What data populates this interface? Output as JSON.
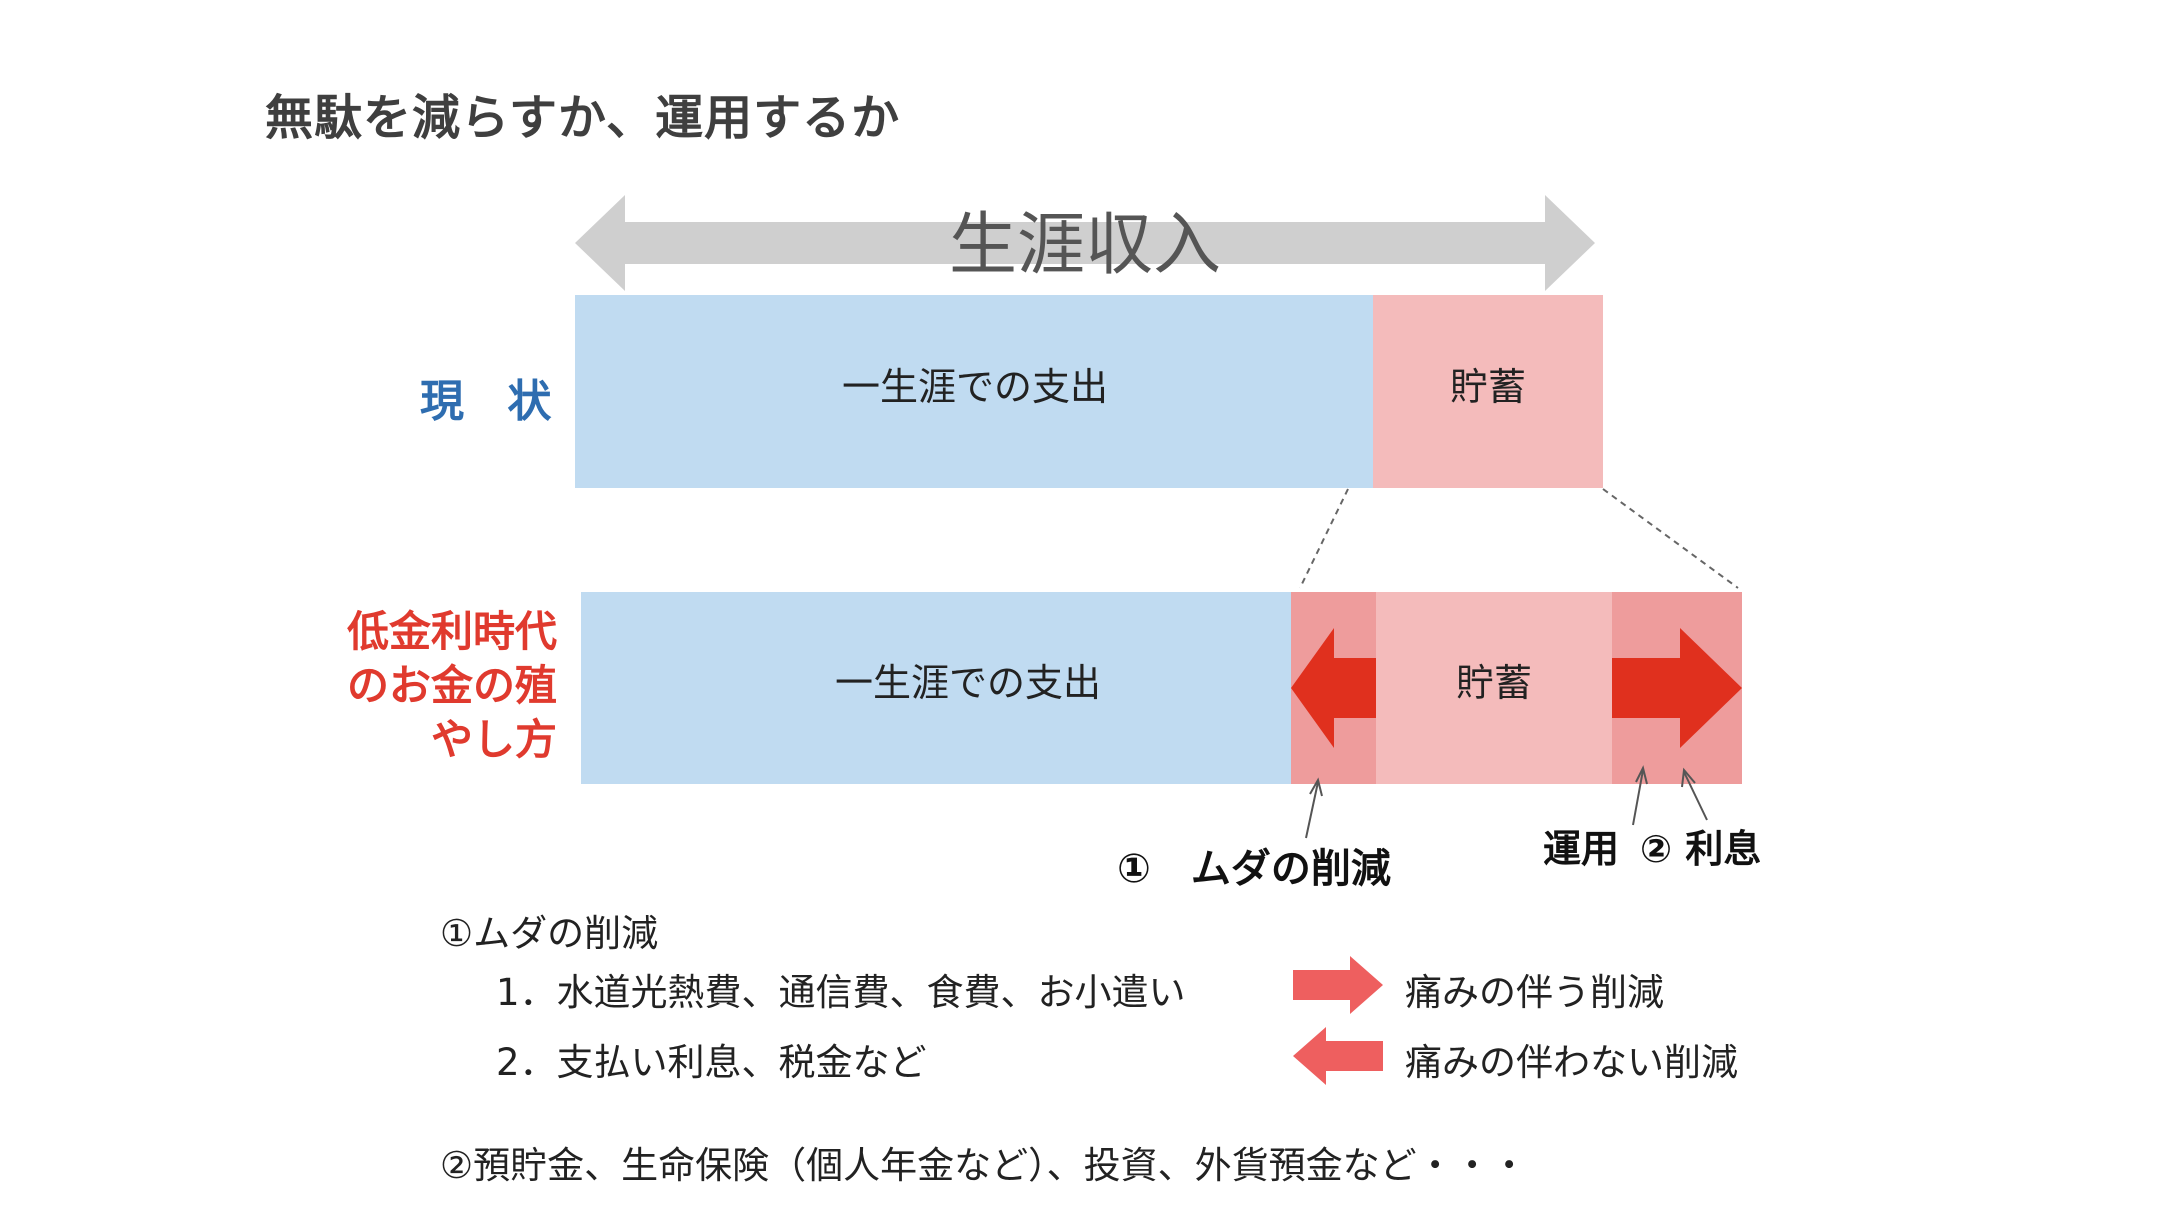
{
  "title": "無駄を減らすか、運用するか",
  "diagram": {
    "lifetime_income": "生涯収入",
    "row_current": {
      "label": "現 状",
      "spending": "一生涯での支出",
      "savings": "貯蓄"
    },
    "row_lowrate": {
      "label_lines": [
        "低金利時代",
        "のお金の殖",
        "やし方"
      ],
      "spending": "一生涯での支出",
      "savings": "貯蓄"
    },
    "callout_reduce": "①　ムダの削減",
    "callout_invest": "運用",
    "callout_interest": "② 利息",
    "colors": {
      "blue_bar": "#c0dbf1",
      "pink_bar": "#f4bbbb",
      "pink_dark": "#ee9c9c",
      "red_arrow": "#e0301e",
      "gray_arrow": "#cfcfcf",
      "blue_label": "#2e6db0",
      "red_label": "#e03a2e"
    }
  },
  "notes": {
    "heading": "①ムダの削減",
    "item1": "1．水道光熱費、通信費、食費、お小遣い",
    "item1_result": "痛みの伴う削減",
    "item2": "2．支払い利息、税金など",
    "item2_result": "痛みの伴わない削減",
    "footer": "②預貯金、生命保険（個人年金など）、投資、外貨預金など・・・"
  }
}
